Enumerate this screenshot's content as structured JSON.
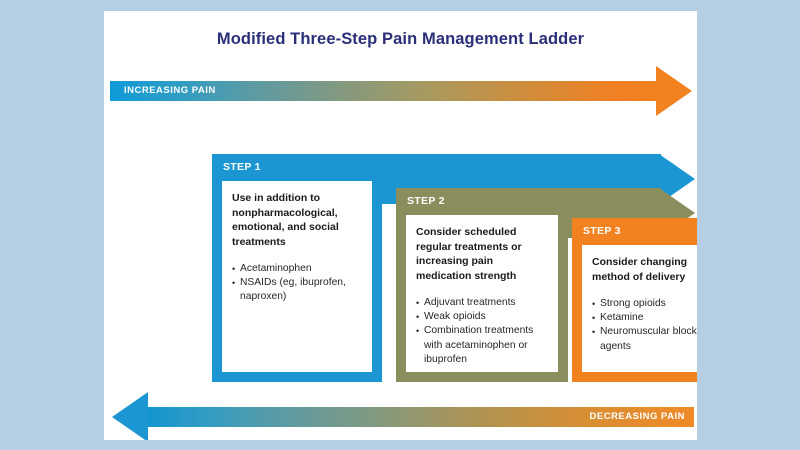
{
  "figure": {
    "title": "Modified Three-Step Pain Management Ladder",
    "background_color": "#b6cee4",
    "card_color": "#ffffff",
    "title_color": "#2a2f78"
  },
  "pain_axis": {
    "increasing_label": "INCREASING PAIN",
    "decreasing_label": "DECREASING PAIN",
    "gradient_start_color": "#1b96d3",
    "gradient_end_color": "#f2821f"
  },
  "steps": [
    {
      "label": "STEP 1",
      "color": "#1b96d3",
      "heading": "Use in addition to nonpharmacological, emotional, and social treatments",
      "items": [
        "Acetaminophen",
        "NSAIDs (eg, ibuprofen, naproxen)"
      ]
    },
    {
      "label": "STEP 2",
      "color": "#8a8d5c",
      "heading": "Consider scheduled regular treatments or increasing pain medication strength",
      "items": [
        "Adjuvant treatments",
        "Weak opioids",
        "Combination treatments with acetaminophen or ibuprofen"
      ]
    },
    {
      "label": "STEP 3",
      "color": "#f2821f",
      "heading": "Consider changing method of delivery",
      "items": [
        "Strong opioids",
        "Ketamine",
        "Neuromuscular blocking agents"
      ]
    }
  ]
}
